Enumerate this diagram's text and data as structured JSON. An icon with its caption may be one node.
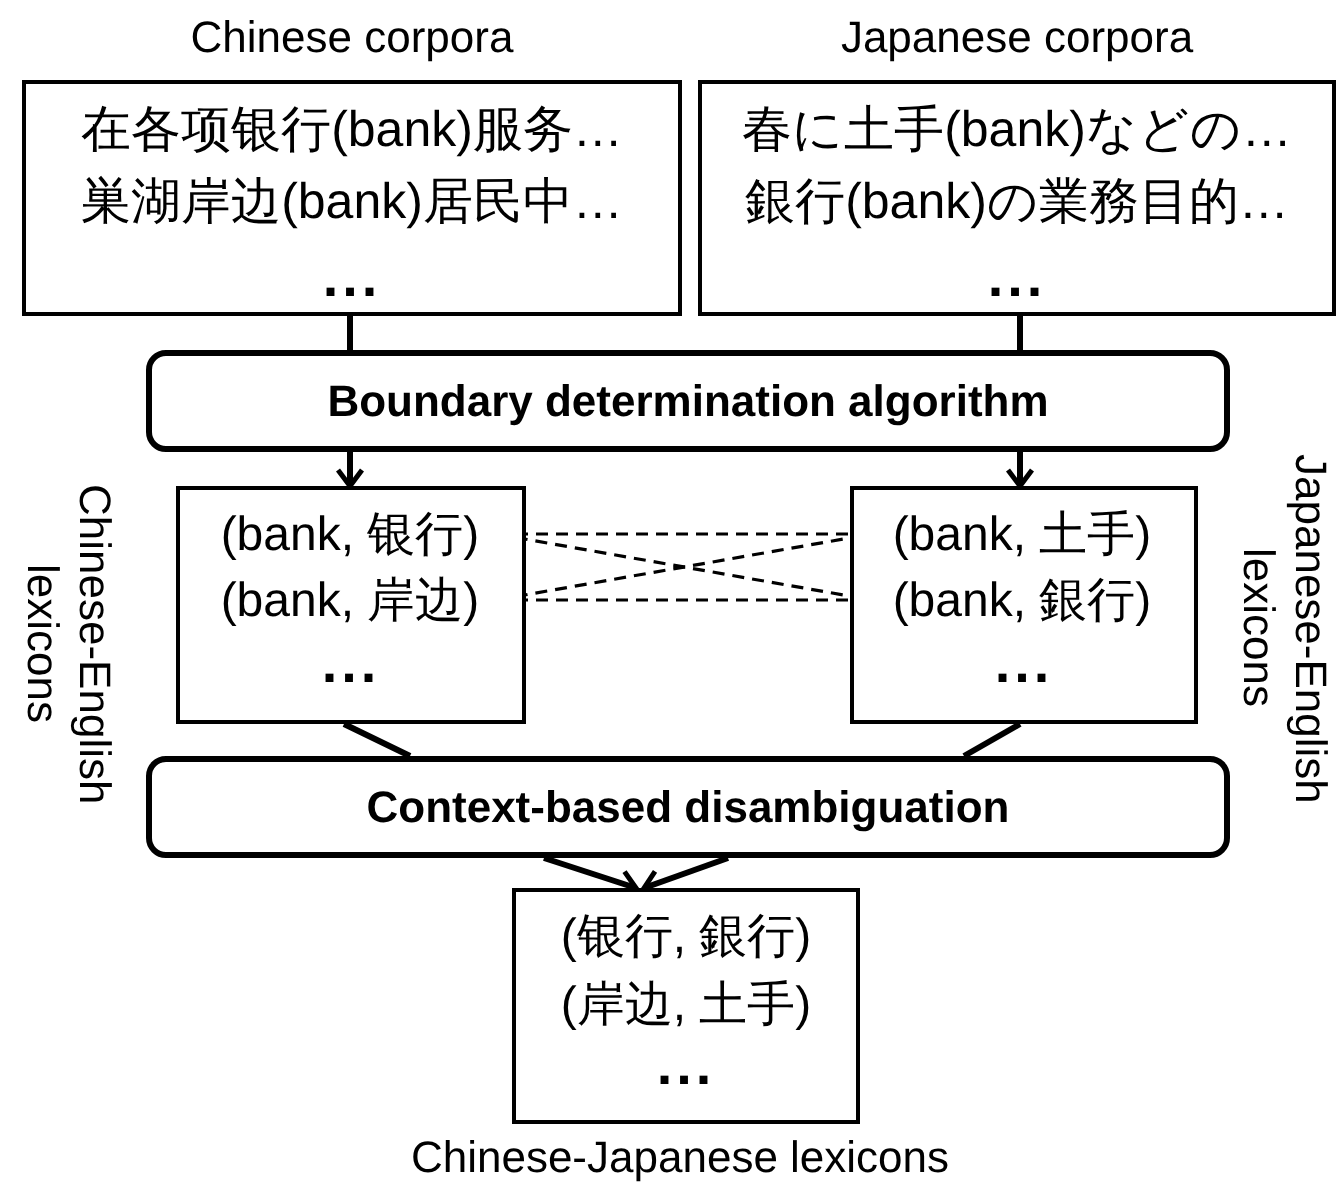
{
  "diagram": {
    "nodes": [
      {
        "text": [
          "Chinese corpora",
          "在各项银行(bank)服务…",
          "巣湖岸边(bank)居民中…",
          "..."
        ]
      },
      {
        "text": [
          "Japanese corpora",
          "春に土手(bank)などの…",
          "銀行(bank)の業務目的…",
          "..."
        ]
      },
      {
        "text": [
          "Boundary determination algorithm"
        ]
      },
      {
        "text": [
          "..."
        ]
      },
      {
        "text": [
          "(bank, 银行)"
        ],
        "in": 3
      },
      {
        "text": [
          "(bank, 岸边)"
        ],
        "in": 3
      },
      {
        "text": [
          "..."
        ]
      },
      {
        "text": [
          "(bank, 土手)"
        ],
        "in": 6
      },
      {
        "text": [
          "(bank, 銀行)"
        ],
        "in": 6
      },
      {
        "text": [
          "Context-based disambiguation"
        ]
      },
      {
        "text": [
          "(银行, 銀行)",
          "(岸边, 土手)",
          "..."
        ],
        "beside": [
          "Chinese-Japanese lexicons"
        ]
      }
    ],
    "edges": [
      {
        "from": 0,
        "to": 2,
        "arrow": "none"
      },
      {
        "from": 1,
        "to": 2,
        "arrow": "none"
      },
      {
        "from": 2,
        "to": 3,
        "arrow": "to"
      },
      {
        "from": 2,
        "to": 6,
        "arrow": "to"
      },
      {
        "from": 4,
        "to": 7,
        "arrow": "none",
        "style": "dashed"
      },
      {
        "from": 4,
        "to": 8,
        "arrow": "none",
        "style": "dashed"
      },
      {
        "from": 5,
        "to": 7,
        "arrow": "none",
        "style": "dashed"
      },
      {
        "from": 5,
        "to": 8,
        "arrow": "none",
        "style": "dashed"
      },
      {
        "from": 3,
        "to": 9,
        "arrow": "none"
      },
      {
        "from": 6,
        "to": 9,
        "arrow": "none"
      },
      {
        "from": 9,
        "to": 10,
        "arrow": "to"
      },
      {
        "from": 9,
        "to": 10,
        "arrow": "to"
      }
    ],
    "labels": [
      "Chinese-English lexicons",
      "Japanese-English lexicons"
    ]
  }
}
